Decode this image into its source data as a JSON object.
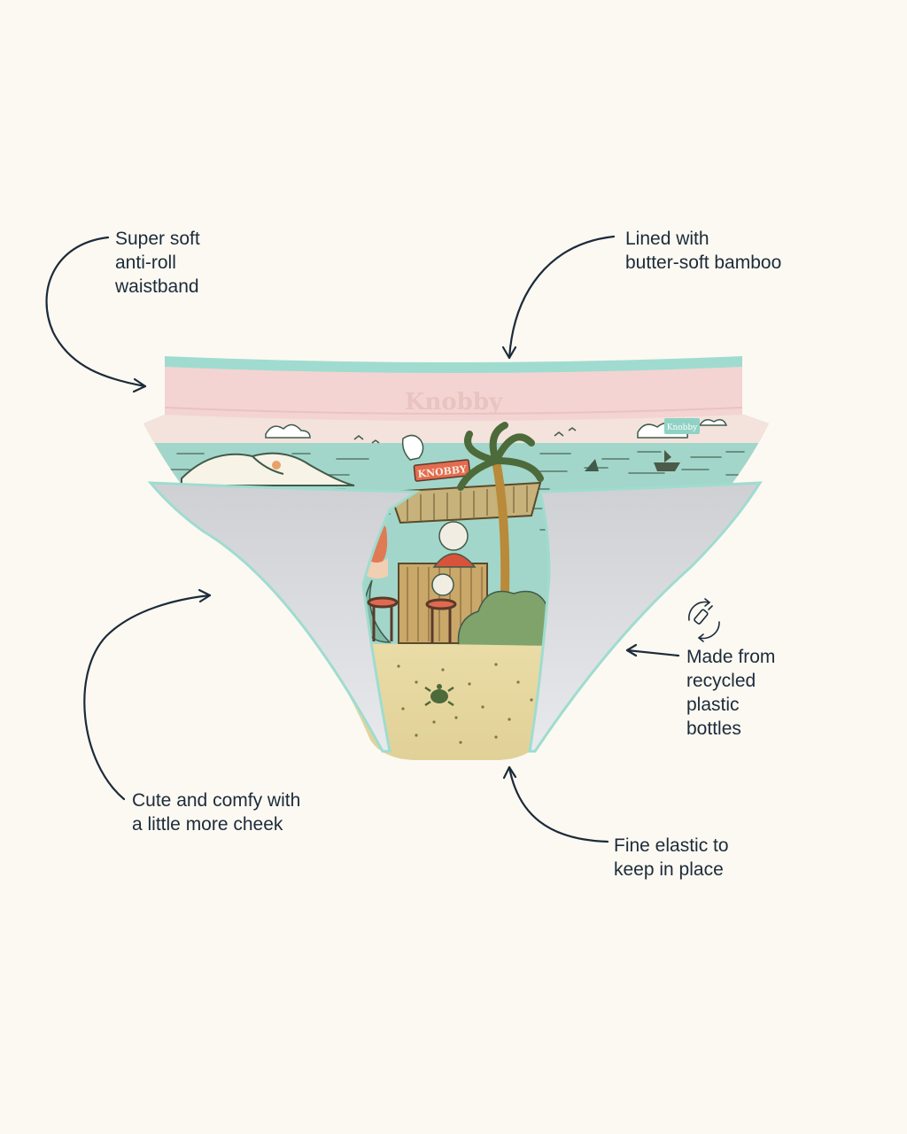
{
  "brand": {
    "waistband_logo": "Knobby",
    "tag_logo": "Knobby",
    "bar_sign": "KNOBBY"
  },
  "callouts": {
    "waistband": [
      "Super soft",
      "anti-roll",
      "waistband"
    ],
    "bamboo": [
      "Lined with",
      "butter-soft bamboo"
    ],
    "recycled": [
      "Made from",
      "recycled",
      "plastic",
      "bottles"
    ],
    "cheek": [
      "Cute and comfy with",
      "a little more cheek"
    ],
    "elastic": [
      "Fine elastic to",
      "keep in place"
    ]
  },
  "icons": {
    "recycled": "recycled-bottle-icon"
  },
  "colors": {
    "background": "#fcf9f2",
    "text": "#1c2b3a",
    "waistband_pink": "#f3d4d2",
    "trim_mint": "#9fdccf",
    "sea": "#9fd4c8",
    "sand": "#e6d59e",
    "lining": "#dcdde0"
  }
}
